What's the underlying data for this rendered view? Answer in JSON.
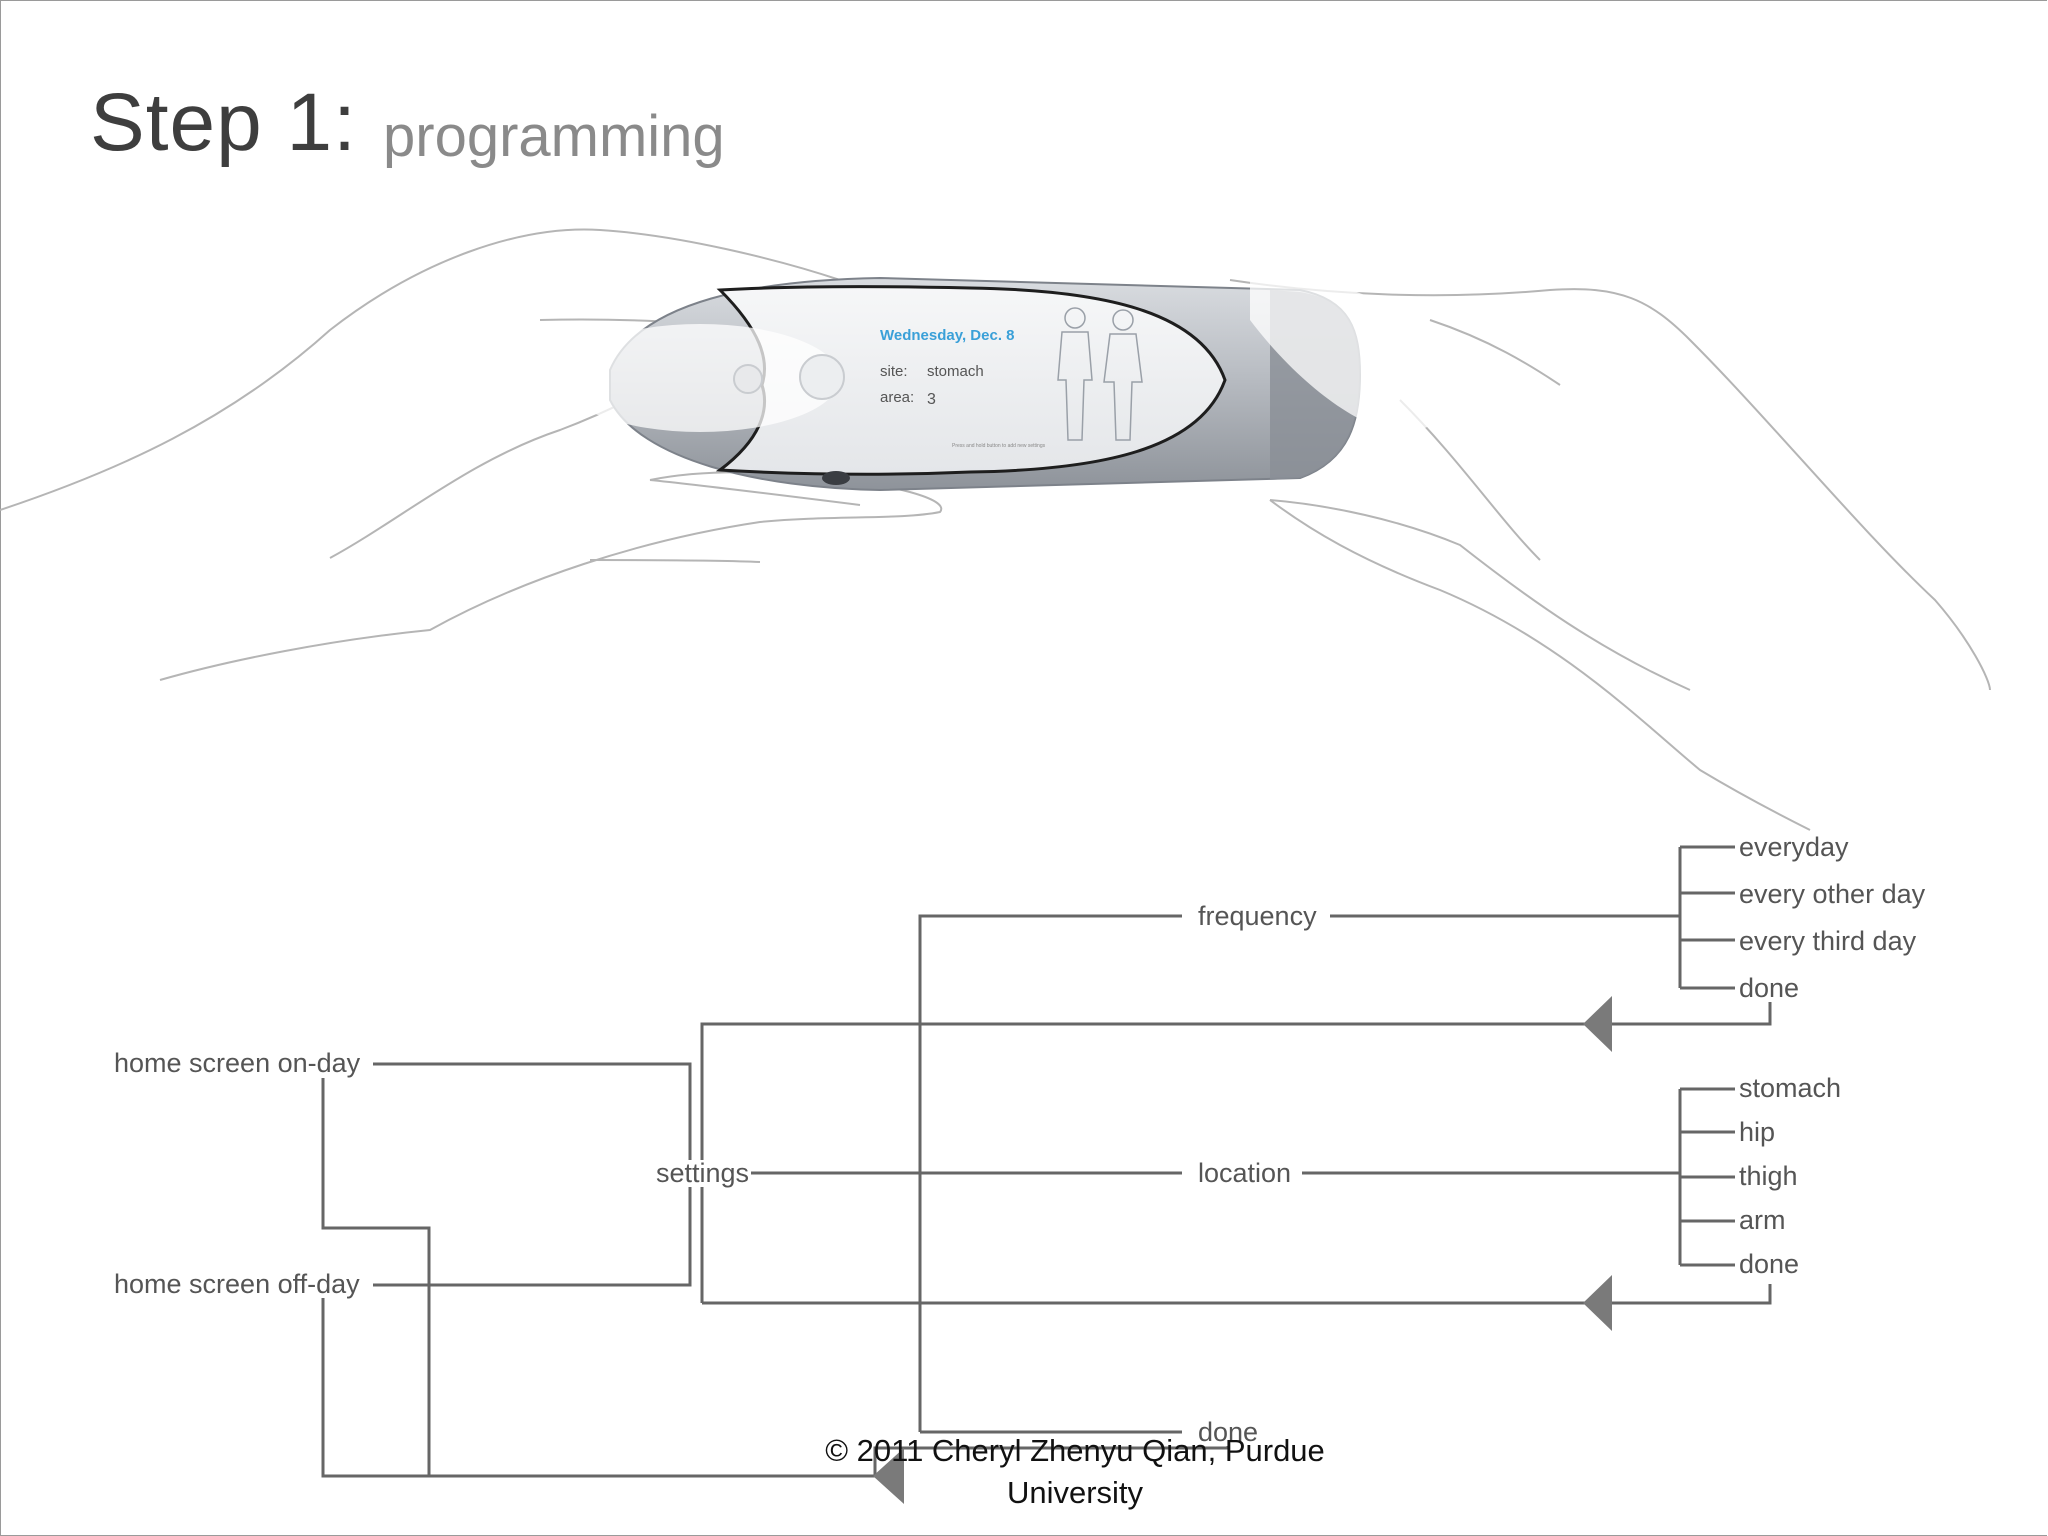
{
  "title": {
    "step": "Step 1:",
    "subtitle": "programming"
  },
  "device_screen": {
    "date": "Wednesday, Dec. 8",
    "site_label": "site:",
    "site_value": "stomach",
    "area_label": "area:",
    "area_value": "3",
    "hint": "Press and hold button to add new settings"
  },
  "flow": {
    "home_on": "home screen on-day",
    "home_off": "home screen off-day",
    "settings": "settings",
    "frequency": "frequency",
    "location": "location",
    "done_main": "done",
    "frequency_options": [
      "everyday",
      "every other day",
      "every third day",
      "done"
    ],
    "location_options": [
      "stomach",
      "hip",
      "thigh",
      "arm",
      "done"
    ]
  },
  "copyright": "© 2011 Cheryl Zhenyu Qian, Purdue University",
  "colors": {
    "accent_blue": "#3aa0d8",
    "line_gray": "#666666",
    "device_gray": "#a9adb4"
  }
}
